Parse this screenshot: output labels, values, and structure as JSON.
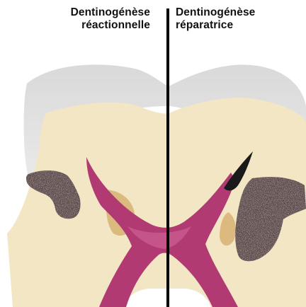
{
  "labels": {
    "left": {
      "line1": "Dentinogénèse",
      "line2": "réactionnelle"
    },
    "right": {
      "line1": "Dentinogénèse",
      "line2": "réparatrice"
    }
  },
  "colors": {
    "background": "#ffffff",
    "enamel": "#e6e6e6",
    "dentin": "#f3e6c4",
    "pulp": "#b23a72",
    "reactionary_dentin": "#dcb97f",
    "caries": "#5a4646",
    "reparative_dentin": "#1a1a1a",
    "divider": "#000000"
  }
}
